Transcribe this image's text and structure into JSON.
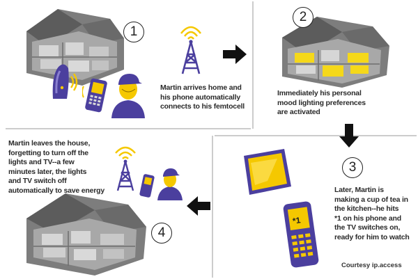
{
  "steps": [
    {
      "number": "1",
      "caption_lines": [
        "Martin arrives home and",
        "his phone automatically",
        "connects to his femtocell"
      ]
    },
    {
      "number": "2",
      "caption_lines": [
        "Immediately his personal",
        "mood lighting preferences",
        "are activated"
      ]
    },
    {
      "number": "3",
      "caption_lines": [
        "Later, Martin is",
        "making a cup of tea in",
        "the kitchen--he hits",
        "*1 on his phone and",
        "the TV switches on,",
        "ready for him to watch"
      ]
    },
    {
      "number": "4",
      "caption_lines": [
        "Martin leaves the house,",
        "forgetting to turn off the",
        "lights and TV--a few",
        "minutes later, the lights",
        "and TV switch off",
        "automatically to save energy"
      ]
    }
  ],
  "phone_screen_text": "*1",
  "credit": "Courtesy ip.access",
  "colors": {
    "accent_yellow": "#f5c800",
    "accent_purple": "#5b4fa8",
    "house_gray": "#8c8c8c",
    "divider": "#999999",
    "arrow": "#111111"
  }
}
